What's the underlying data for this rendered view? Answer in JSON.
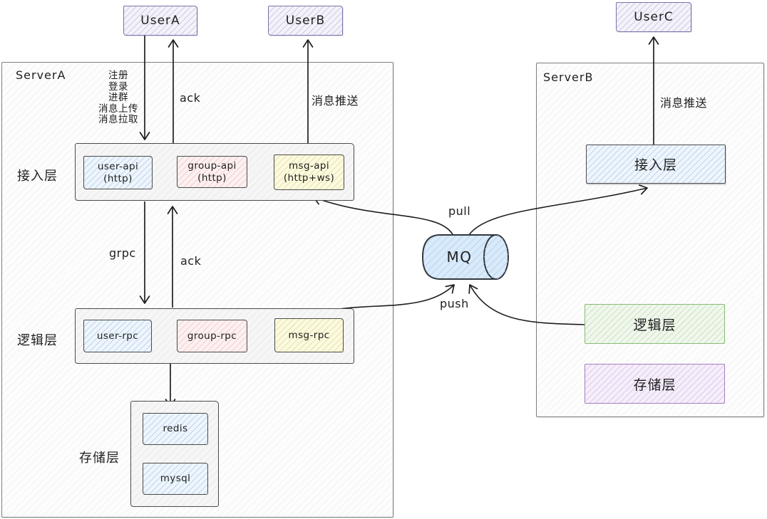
{
  "users": {
    "a": "UserA",
    "b": "UserB",
    "c": "UserC"
  },
  "server_a": {
    "title": "ServerA",
    "ops": [
      "注册",
      "登录",
      "进群",
      "消息上传",
      "消息拉取"
    ],
    "access": {
      "label": "接入层",
      "nodes": [
        {
          "name": "user-api",
          "proto": "(http)"
        },
        {
          "name": "group-api",
          "proto": "(http)"
        },
        {
          "name": "msg-api",
          "proto": "(http+ws)"
        }
      ]
    },
    "logic": {
      "label": "逻辑层",
      "nodes": [
        {
          "name": "user-rpc"
        },
        {
          "name": "group-rpc"
        },
        {
          "name": "msg-rpc"
        }
      ]
    },
    "storage": {
      "label": "存储层",
      "nodes": [
        {
          "name": "redis"
        },
        {
          "name": "mysql"
        }
      ]
    }
  },
  "server_b": {
    "title": "ServerB",
    "push_msg_label": "消息推送",
    "access_label": "接入层",
    "logic_label": "逻辑层",
    "storage_label": "存储层"
  },
  "mq": {
    "label": "MQ",
    "pull_label": "pull",
    "push_label": "push"
  },
  "edges": {
    "user_a_ack": "ack",
    "user_b_push": "消息推送",
    "grpc": "grpc",
    "layer_ack": "ack"
  },
  "colors": {
    "user_border": "#7b74ab",
    "node_border": "#4b4b4b",
    "green_border": "#8abb76",
    "purple_border": "#a27fc0",
    "blue_fill": "#eef5fc",
    "pink_fill": "#fdf0f0",
    "yellow_fill": "#fcfadf",
    "mq_fill": "#d9eafb",
    "line": "#1e1e1e"
  }
}
